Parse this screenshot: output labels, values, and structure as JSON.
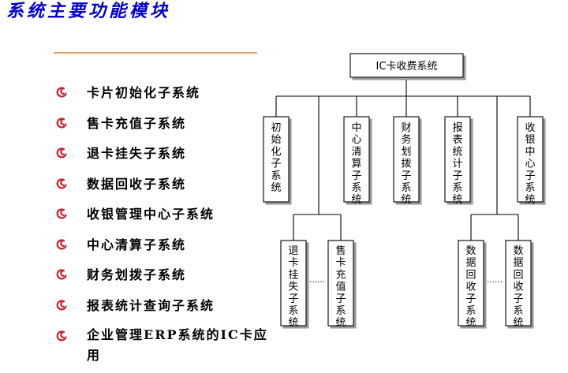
{
  "title": "系统主要功能模块",
  "features": [
    {
      "label": "卡片初始化子系统"
    },
    {
      "label": "售卡充值子系统"
    },
    {
      "label": "退卡挂失子系统"
    },
    {
      "label": "数据回收子系统"
    },
    {
      "label": "收银管理中心子系统"
    },
    {
      "label": "中心清算子系统"
    },
    {
      "label": "财务划拨子系统"
    },
    {
      "label": "报表统计查询子系统"
    },
    {
      "label": "企业管理ERP系统的IC卡应用"
    }
  ],
  "diagram": {
    "root": "IC卡收费系统",
    "modules": [
      "初始化子系统",
      "中心清算子系统",
      "财务划拨子系统",
      "报表统计子系统",
      "收银中心子系统"
    ],
    "left_group": [
      "退卡挂失子系统",
      "售卡充值子系统"
    ],
    "right_group": [
      "数据回收子系统",
      "数据回收子系统"
    ],
    "ellipsis": "……"
  },
  "colors": {
    "title": "#0000cc",
    "bullet": "#cc1f2a",
    "rule": "#e8a060",
    "box_shadow": "#9a9a9a"
  }
}
